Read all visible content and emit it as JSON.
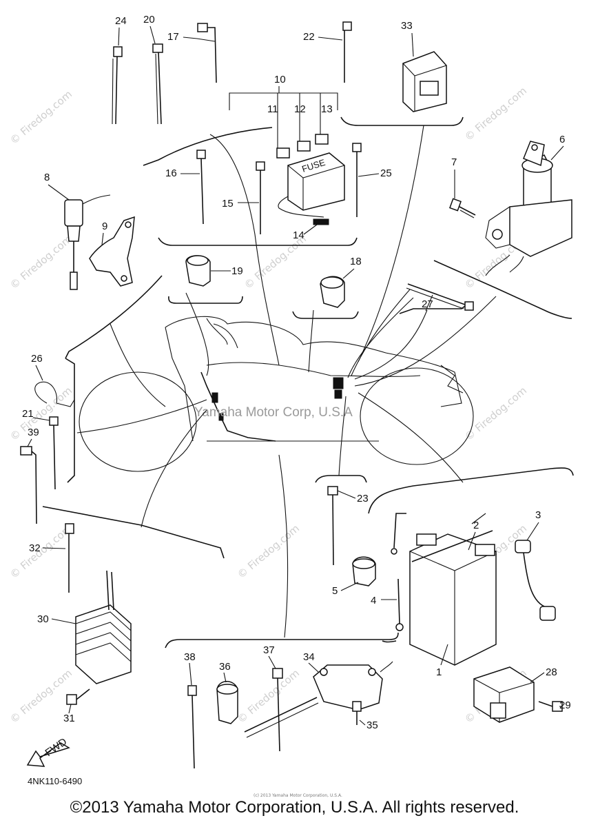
{
  "callouts": [
    "1",
    "2",
    "3",
    "4",
    "5",
    "6",
    "7",
    "8",
    "9",
    "10",
    "11",
    "12",
    "13",
    "14",
    "15",
    "16",
    "17",
    "18",
    "19",
    "20",
    "21",
    "22",
    "23",
    "24",
    "25",
    "26",
    "27",
    "28",
    "29",
    "30",
    "31",
    "32",
    "33",
    "34",
    "35",
    "36",
    "37",
    "38",
    "39"
  ],
  "fuse_label": "FUSE",
  "fwd_label": "FWD",
  "part_code": "4NK110-6490",
  "center_watermark": "Yamaha Motor Corp, U.S.A",
  "watermark": "© Firedog.com",
  "tiny_note": "(c) 2013 Yamaha Motor Corporation, U.S.A.",
  "copyright": "©2013 Yamaha Motor Corporation, U.S.A. All rights reserved."
}
